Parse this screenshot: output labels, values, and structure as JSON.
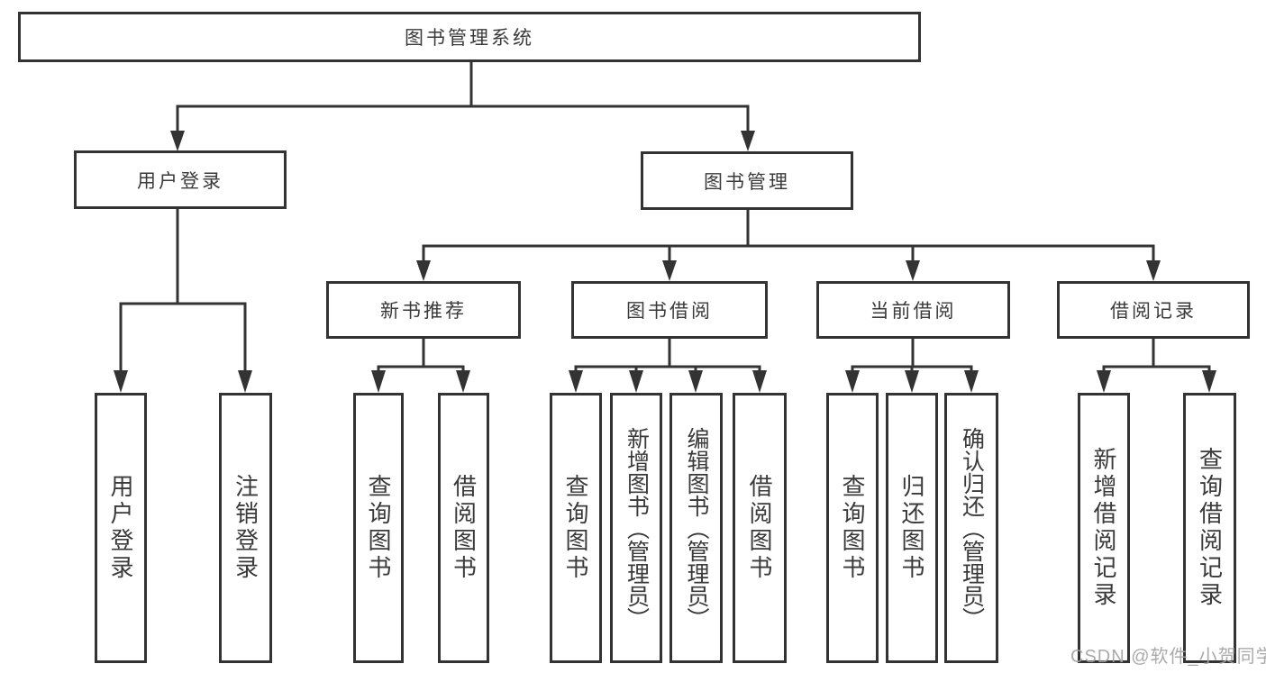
{
  "diagram": {
    "root": {
      "label": "图书管理系统"
    },
    "level2": [
      {
        "label": "用户登录"
      },
      {
        "label": "图书管理"
      }
    ],
    "level3": [
      {
        "label": "新书推荐"
      },
      {
        "label": "图书借阅"
      },
      {
        "label": "当前借阅"
      },
      {
        "label": "借阅记录"
      }
    ],
    "leaves": [
      {
        "parent": "用户登录",
        "label": "用户登录"
      },
      {
        "parent": "用户登录",
        "label": "注销登录"
      },
      {
        "parent": "新书推荐",
        "label": "查询图书"
      },
      {
        "parent": "新书推荐",
        "label": "借阅图书"
      },
      {
        "parent": "图书借阅",
        "label": "查询图书"
      },
      {
        "parent": "图书借阅",
        "label": "新增图书（管理员）"
      },
      {
        "parent": "图书借阅",
        "label": "编辑图书（管理员）"
      },
      {
        "parent": "图书借阅",
        "label": "借阅图书"
      },
      {
        "parent": "当前借阅",
        "label": "查询图书"
      },
      {
        "parent": "当前借阅",
        "label": "归还图书"
      },
      {
        "parent": "当前借阅",
        "label": "确认归还（管理员）"
      },
      {
        "parent": "借阅记录",
        "label": "新增借阅记录"
      },
      {
        "parent": "借阅记录",
        "label": "查询借阅记录"
      }
    ],
    "watermark": "CSDN @软件_小贺同学",
    "colors": {
      "line": "#333333",
      "box_border": "#333333",
      "text": "#3a3a3a",
      "background": "#ffffff",
      "watermark": "#a3a3a3"
    }
  }
}
